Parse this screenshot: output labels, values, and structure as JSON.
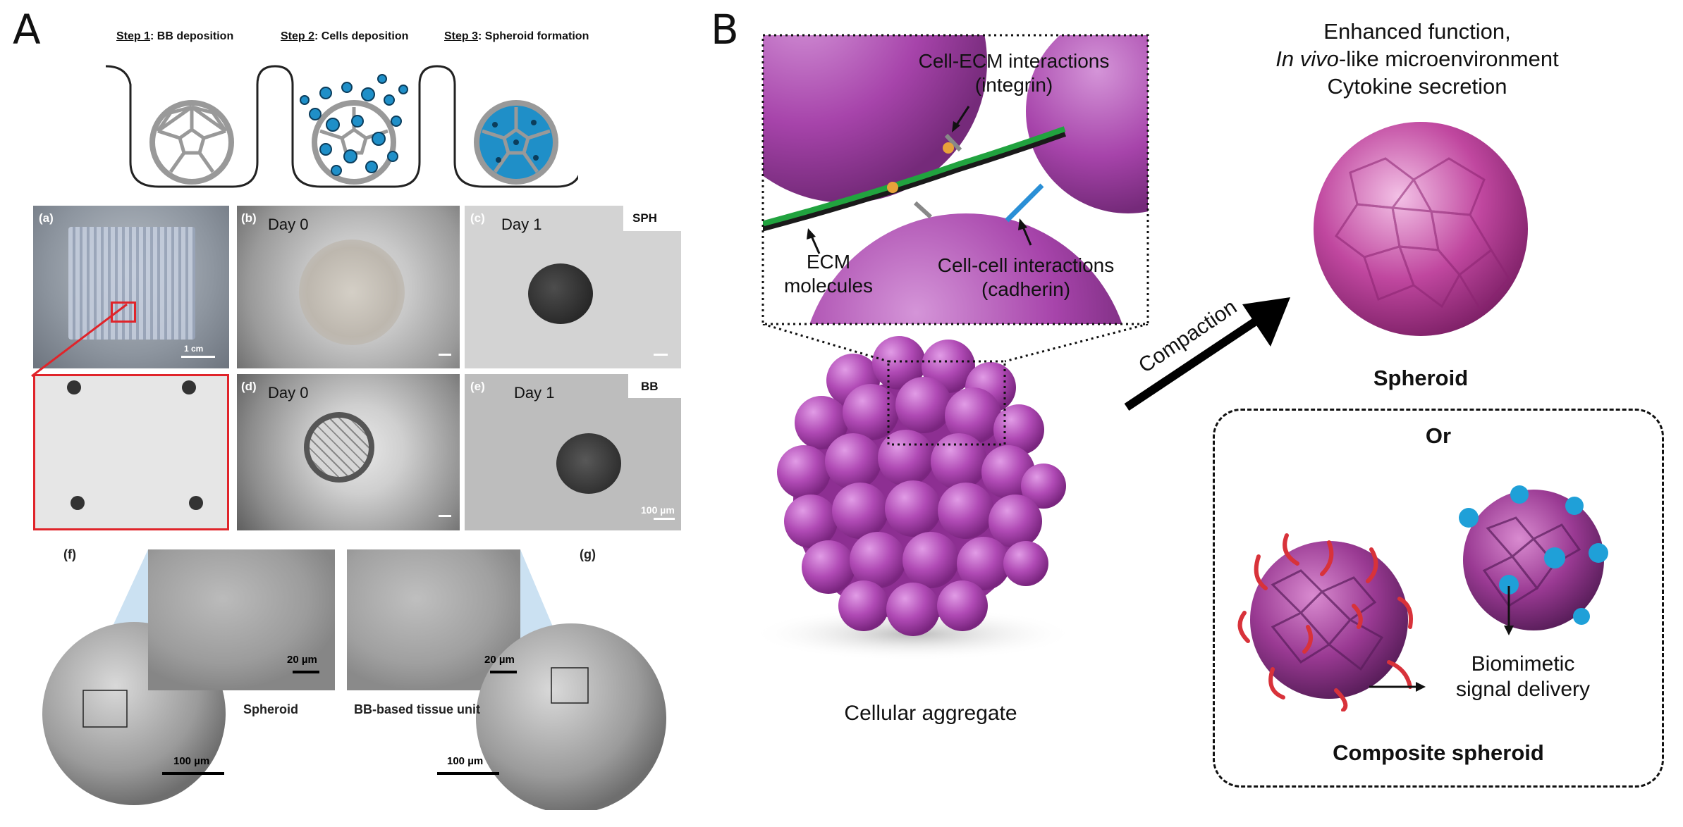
{
  "panel_a": {
    "letter": "A",
    "steps": [
      {
        "label": "Step 1",
        "text": ": BB deposition"
      },
      {
        "label": "Step 2",
        "text": ": Cells deposition"
      },
      {
        "label": "Step 3",
        "text": ": Spheroid formation"
      }
    ],
    "micrographs": {
      "a": {
        "tag": "(a)",
        "scale": "1 cm"
      },
      "b": {
        "tag": "(b)",
        "day": "Day 0"
      },
      "c": {
        "tag": "(c)",
        "day": "Day 1",
        "badge": "SPH"
      },
      "d": {
        "tag": "(d)",
        "day": "Day 0"
      },
      "e": {
        "tag": "(e)",
        "day": "Day 1",
        "badge": "BB",
        "scale": "100 µm"
      }
    },
    "sem": {
      "f_tag": "(f)",
      "g_tag": "(g)",
      "left_label": "Spheroid",
      "right_label": "BB-based tissue unit",
      "inset_scale": "20 µm",
      "whole_scale": "100 µm"
    }
  },
  "panel_b": {
    "letter": "B",
    "zoom": {
      "cell_ecm_1": "Cell-ECM interactions",
      "cell_ecm_2": "(integrin)",
      "ecm_1": "ECM",
      "ecm_2": "molecules",
      "cell_cell_1": "Cell-cell interactions",
      "cell_cell_2": "(cadherin)"
    },
    "aggregate_label": "Cellular aggregate",
    "arrow_label": "Compaction",
    "function_1": "Enhanced function,",
    "function_2_italic": "In vivo",
    "function_2_rest": "-like microenvironment",
    "function_3": "Cytokine secretion",
    "spheroid_label": "Spheroid",
    "or_label": "Or",
    "signal_1": "Biomimetic",
    "signal_2": "signal delivery",
    "composite_label": "Composite spheroid"
  },
  "colors": {
    "cell_purple": "#a23aa6",
    "spheroid_pink": "#c0479f",
    "ecm_green": "#21a33f",
    "cadherin_blue": "#2a8fd6",
    "bead_blue": "#1fa0d8",
    "fiber_red": "#d8323a",
    "zoom_red": "#e0242a"
  }
}
